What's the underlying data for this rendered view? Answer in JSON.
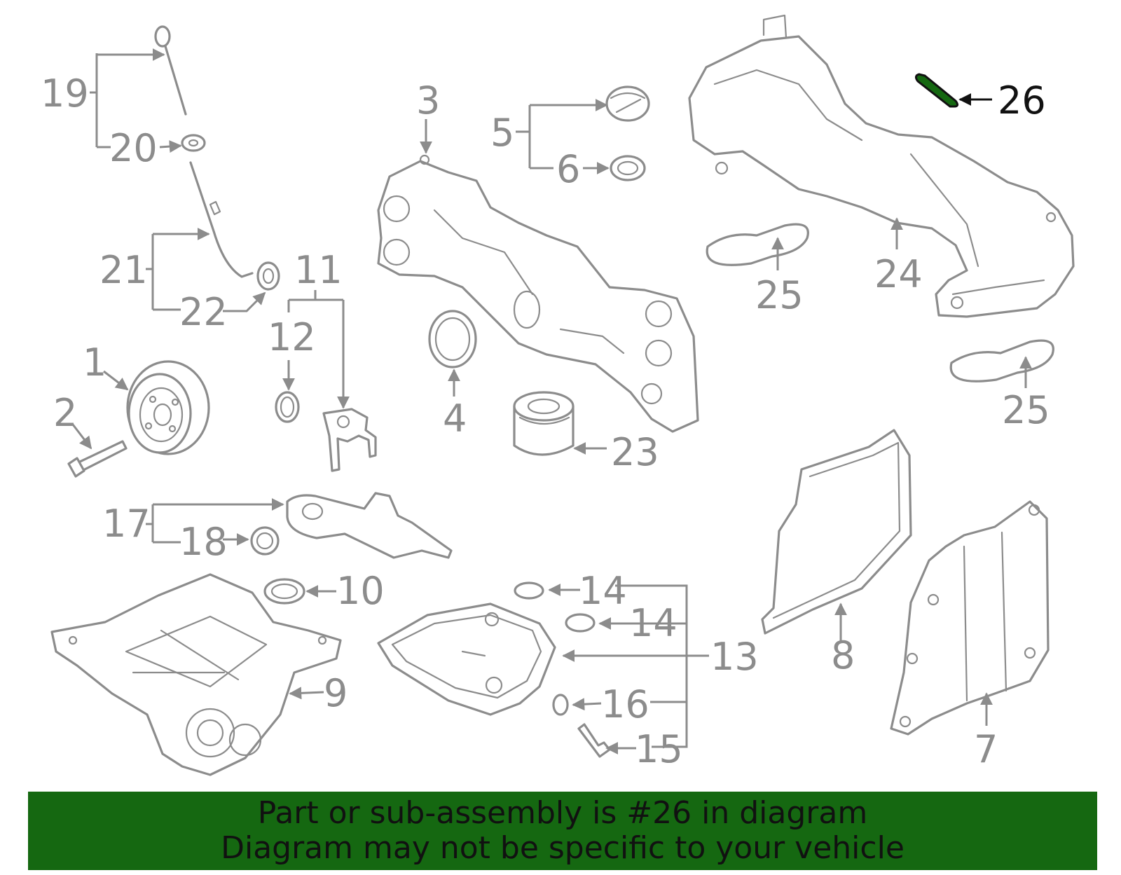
{
  "highlight_color": "#156811",
  "callouts": [
    {
      "id": "1",
      "label": "1"
    },
    {
      "id": "2",
      "label": "2"
    },
    {
      "id": "3",
      "label": "3"
    },
    {
      "id": "4",
      "label": "4"
    },
    {
      "id": "5",
      "label": "5"
    },
    {
      "id": "6",
      "label": "6"
    },
    {
      "id": "7",
      "label": "7"
    },
    {
      "id": "8",
      "label": "8"
    },
    {
      "id": "9",
      "label": "9"
    },
    {
      "id": "10",
      "label": "10"
    },
    {
      "id": "11",
      "label": "11"
    },
    {
      "id": "12",
      "label": "12"
    },
    {
      "id": "13",
      "label": "13"
    },
    {
      "id": "14a",
      "label": "14"
    },
    {
      "id": "14b",
      "label": "14"
    },
    {
      "id": "15",
      "label": "15"
    },
    {
      "id": "16",
      "label": "16"
    },
    {
      "id": "17",
      "label": "17"
    },
    {
      "id": "18",
      "label": "18"
    },
    {
      "id": "19",
      "label": "19"
    },
    {
      "id": "20",
      "label": "20"
    },
    {
      "id": "21",
      "label": "21"
    },
    {
      "id": "22",
      "label": "22"
    },
    {
      "id": "23",
      "label": "23"
    },
    {
      "id": "24",
      "label": "24"
    },
    {
      "id": "25a",
      "label": "25"
    },
    {
      "id": "25b",
      "label": "25"
    },
    {
      "id": "26",
      "label": "26",
      "highlighted": true
    }
  ],
  "banner": {
    "line1": "Part or sub-assembly is #26 in diagram",
    "line2": "Diagram may not be specific to your vehicle"
  }
}
